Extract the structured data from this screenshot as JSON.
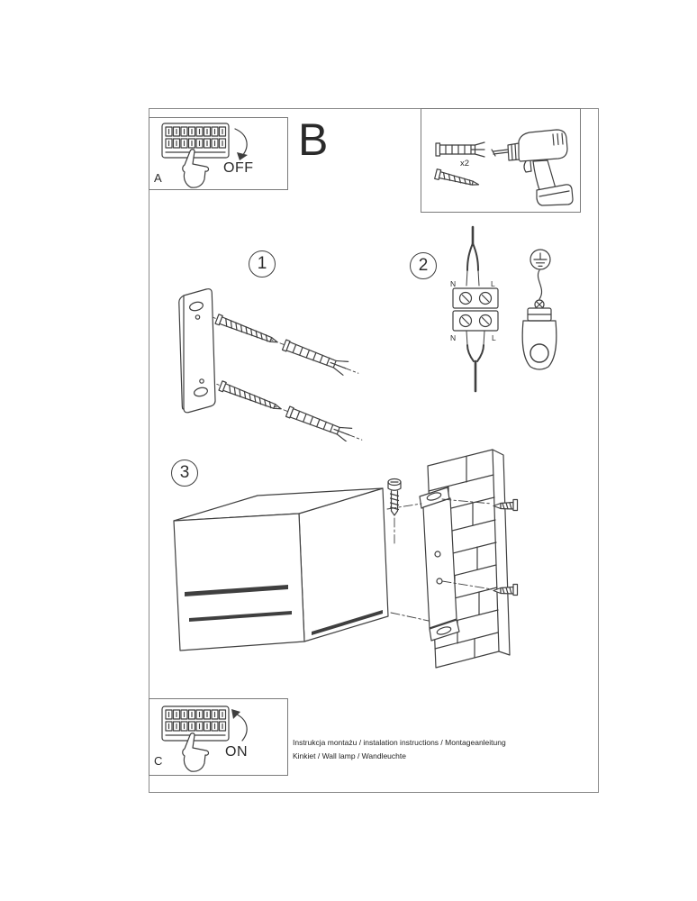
{
  "document": {
    "background": "#ffffff",
    "ink_color": "#3f3f3f"
  },
  "step_a": {
    "label": "A",
    "switch_state": "OFF"
  },
  "variant": {
    "label": "B"
  },
  "tools": {
    "anchor_quantity": "x2"
  },
  "step_1": {
    "number": "1"
  },
  "step_2": {
    "number": "2",
    "terminals": {
      "top_left": "N",
      "top_right": "L",
      "bottom_left": "N",
      "bottom_right": "L"
    }
  },
  "step_3": {
    "number": "3"
  },
  "step_c": {
    "label": "C",
    "switch_state": "ON"
  },
  "footer": {
    "line_1": "Instrukcja montażu / instalation instructions / Montageanleitung",
    "line_2": "Kinkiet / Wall lamp / Wandleuchte"
  }
}
